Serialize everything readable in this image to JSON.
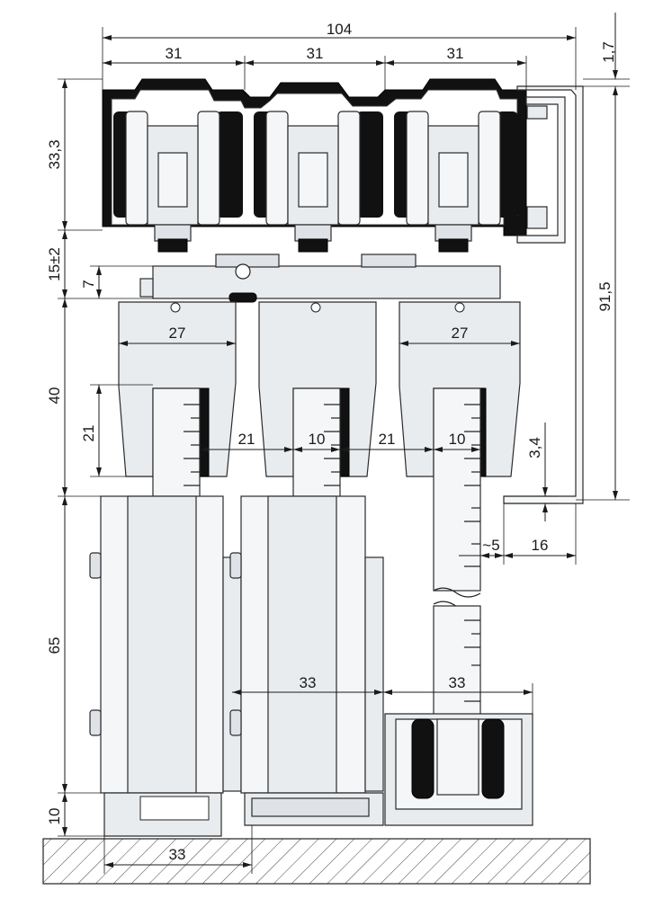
{
  "dimensions": {
    "overall_width": "104",
    "module_width_1": "31",
    "module_width_2": "31",
    "module_width_3": "31",
    "track_offset": "1,7",
    "track_height": "33,3",
    "gap": "15±2",
    "bracket": "7",
    "total_height": "91,5",
    "hanger_height": "40",
    "hanger_inner": "21",
    "hanger_width_left": "27",
    "hanger_width_right": "27",
    "spacing_1": "21",
    "slot_1": "10",
    "spacing_2": "21",
    "slot_2": "10",
    "guide_height": "3,4",
    "approx_clear": "~5",
    "guide_width": "16",
    "door_height": "65",
    "door_width_1": "33",
    "door_width_2": "33",
    "base_height": "10",
    "floor_guide_width": "33"
  },
  "colors": {
    "profile": "#111111",
    "metal": "#e9ecef",
    "line": "#1a1a1a"
  }
}
